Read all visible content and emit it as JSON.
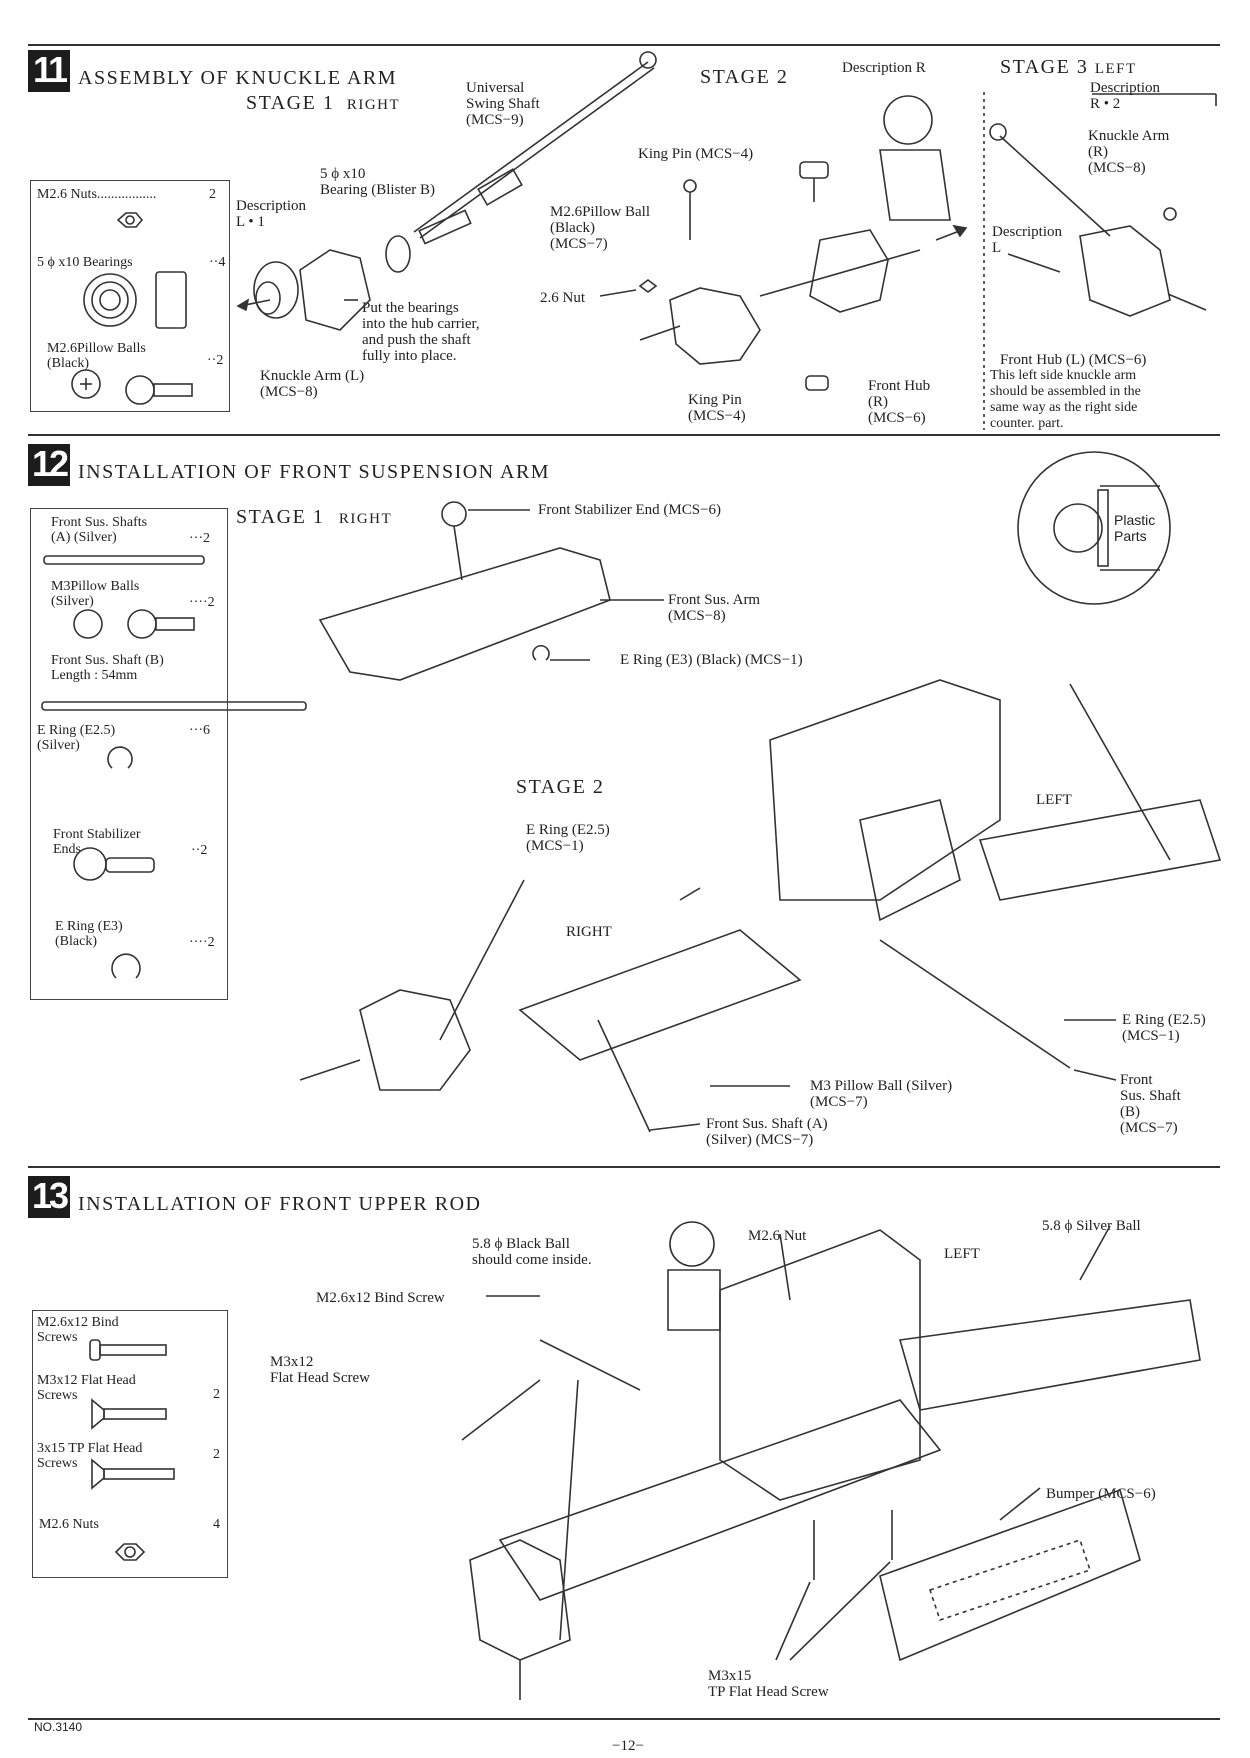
{
  "s11": {
    "num": "11",
    "title": "ASSEMBLY OF KNUCKLE ARM",
    "stage1": "STAGE 1",
    "stage1_side": "RIGHT",
    "stage2": "STAGE 2",
    "stage2_desc": "Description R",
    "stage3": "STAGE 3",
    "stage3_side": "LEFT",
    "parts": [
      {
        "name": "M2.6 Nuts.................",
        "qty": "2"
      },
      {
        "name": "5 ϕ x10 Bearings",
        "qty": "··4"
      },
      {
        "name": "M2.6Pillow Balls\n(Black)",
        "qty": "··2"
      }
    ],
    "lbl_universal": "Universal\nSwing Shaft\n(MCS−9)",
    "lbl_bearing": "5 ϕ x10\nBearing (Blister B)",
    "lbl_desc_l1": "Description\nL • 1",
    "lbl_put": "Put the bearings\ninto the hub carrier,\nand push the shaft\nfully into place.",
    "lbl_knuckle_l": "Knuckle Arm (L)\n(MCS−8)",
    "lbl_kingpin_top": "King Pin (MCS−4)",
    "lbl_pillow": "M2.6Pillow Ball\n(Black)\n(MCS−7)",
    "lbl_nut": "2.6 Nut",
    "lbl_kingpin_bottom": "King Pin\n(MCS−4)",
    "lbl_front_hub_r": "Front Hub\n(R)\n(MCS−6)",
    "lbl_desc_r2": "Description\nR • 2",
    "lbl_knuckle_r": "Knuckle Arm\n(R)\n(MCS−8)",
    "lbl_desc_l": "Description\nL",
    "lbl_front_hub_l": "Front Hub (L) (MCS−6)",
    "note": "This left side knuckle arm\nshould be assembled in the\nsame way as the right side\ncounter. part."
  },
  "s12": {
    "num": "12",
    "title": "INSTALLATION OF FRONT SUSPENSION ARM",
    "stage1": "STAGE 1",
    "stage1_side": "RIGHT",
    "stage2": "STAGE 2",
    "parts": [
      {
        "name": "Front Sus. Shafts\n(A) (Silver)",
        "qty": "···2"
      },
      {
        "name": "M3Pillow Balls\n(Silver)",
        "qty": "····2"
      },
      {
        "name": "Front Sus. Shaft (B)\nLength : 54mm",
        "qty": ""
      },
      {
        "name": "E Ring (E2.5)\n(Silver)",
        "qty": "···6"
      },
      {
        "name": "Front Stabilizer\nEnds",
        "qty": "··2"
      },
      {
        "name": "E Ring (E3)\n(Black)",
        "qty": "····2"
      }
    ],
    "lbl_stab_end": "Front Stabilizer End (MCS−6)",
    "lbl_sus_arm": "Front Sus. Arm\n(MCS−8)",
    "lbl_ering_e3": "E Ring (E3) (Black) (MCS−1)",
    "lbl_plastic": "Plastic\nParts",
    "lbl_left": "LEFT",
    "lbl_right": "RIGHT",
    "lbl_ering_e25": "E Ring (E2.5)\n(MCS−1)",
    "lbl_ering_e25_r": "E Ring (E2.5)\n(MCS−1)",
    "lbl_m3_pillow": "M3 Pillow Ball (Silver)\n(MCS−7)",
    "lbl_shaft_a": "Front Sus. Shaft (A)\n(Silver) (MCS−7)",
    "lbl_shaft_b": "Front\nSus. Shaft\n(B)\n(MCS−7)"
  },
  "s13": {
    "num": "13",
    "title": "INSTALLATION OF FRONT UPPER ROD",
    "parts": [
      {
        "name": "M2.6x12 Bind\nScrews",
        "qty": ""
      },
      {
        "name": "M3x12 Flat Head\nScrews",
        "qty": "2"
      },
      {
        "name": "3x15 TP Flat Head\nScrews",
        "qty": "2"
      },
      {
        "name": "M2.6 Nuts",
        "qty": "4"
      }
    ],
    "lbl_black_ball": "5.8 ϕ Black Ball\nshould come inside.",
    "lbl_m26_nut": "M2.6 Nut",
    "lbl_silver_ball": "5.8 ϕ Silver Ball",
    "lbl_bind_screw": "M2.6x12 Bind Screw",
    "lbl_left": "LEFT",
    "lbl_flat_head": "M3x12\nFlat Head Screw",
    "lbl_bumper": "Bumper (MCS−6)",
    "lbl_tp_screw": "M3x15\nTP Flat Head Screw"
  },
  "footer": {
    "docno": "NO.3140",
    "page": "−12−"
  }
}
